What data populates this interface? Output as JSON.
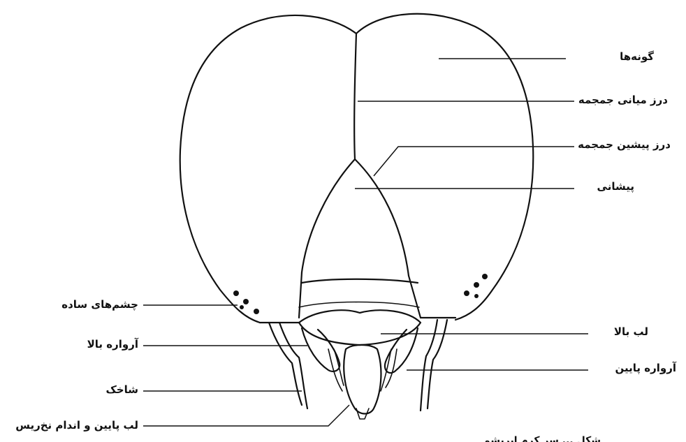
{
  "diagram": {
    "labels": {
      "cheeks": "گونه‌ها",
      "epicranial_suture": "درز میانی جمجمه",
      "frontal_suture": "درز پیشین جمجمه",
      "frons": "پیشانی",
      "ocelli": "چشم‌های ساده",
      "labrum": "لب بالا",
      "mandible": "آرواره بالا",
      "maxilla": "آرواره پایین",
      "antenna": "شاخک",
      "labium": "لب پایین و اندام نخ‌ریس"
    },
    "caption_partial": "شکل ... سر کرم ابریشم"
  }
}
